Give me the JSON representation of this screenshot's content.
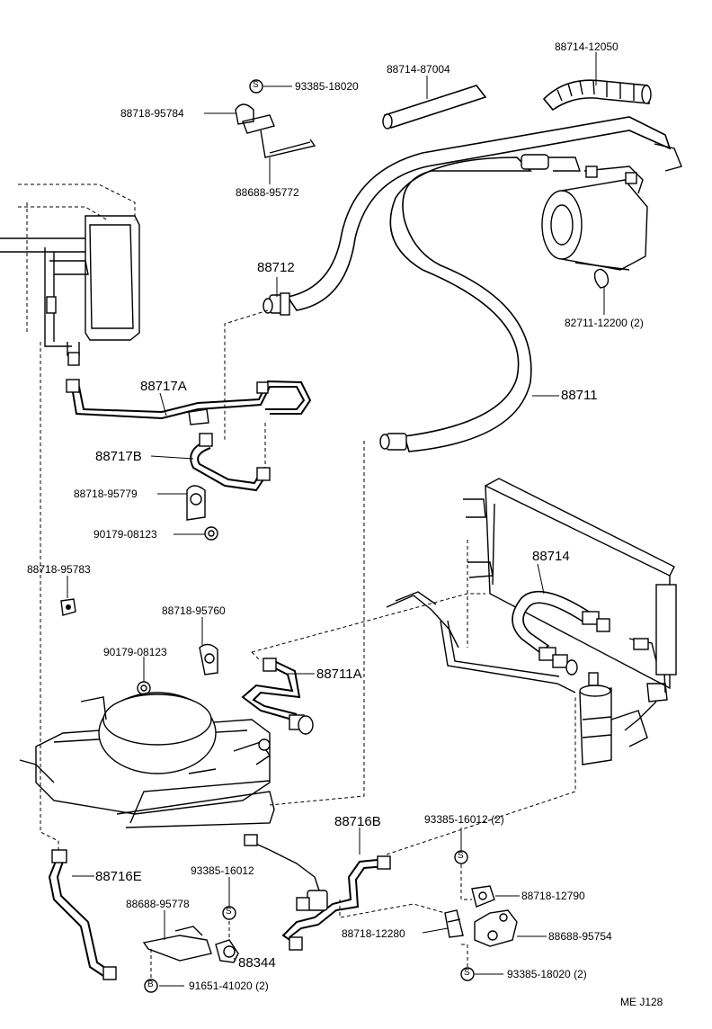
{
  "labels": {
    "p93385_18020_top": "93385-18020",
    "p88718_95784": "88718-95784",
    "p88688_95772": "88688-95772",
    "p88714_87004": "88714-87004",
    "p88714_12050": "88714-12050",
    "p82711_12200": "82711-12200 (2)",
    "p88712": "88712",
    "p88711": "88711",
    "p88717A": "88717A",
    "p88717B": "88717B",
    "p88718_95779": "88718-95779",
    "p90179_08123_a": "90179-08123",
    "p88718_95783": "88718-95783",
    "p88714": "88714",
    "p88718_95760": "88718-95760",
    "p90179_08123_b": "90179-08123",
    "p88711A": "88711A",
    "p93385_16012_2": "93385-16012 (2)",
    "p88716B": "88716B",
    "p88716E": "88716E",
    "p93385_16012": "93385-16012",
    "p88718_12790": "88718-12790",
    "p88688_95778": "88688-95778",
    "p88718_12280": "88718-12280",
    "p88688_95754": "88688-95754",
    "p88344": "88344",
    "p93385_18020_2": "93385-18020 (2)",
    "p91651_41020": "91651-41020 (2)",
    "footer": "ME  J128"
  },
  "symbols": {
    "s_mark": "S",
    "b_mark": "B"
  }
}
